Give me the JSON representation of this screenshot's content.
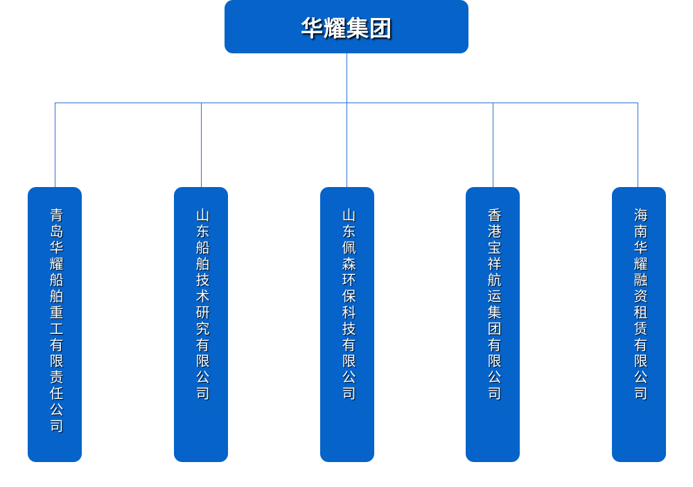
{
  "root": {
    "label": "华耀集团"
  },
  "children": [
    {
      "label": "青岛华耀船舶重工有限责任公司"
    },
    {
      "label": "山东船舶技术研究有限公司"
    },
    {
      "label": "山东佩森环保科技有限公司"
    },
    {
      "label": "香港宝祥航运集团有限公司"
    },
    {
      "label": "海南华耀融资租赁有限公司"
    }
  ],
  "colors": {
    "node": "#0563c9",
    "connector": "#2a72cf",
    "text": "#ffffff"
  }
}
